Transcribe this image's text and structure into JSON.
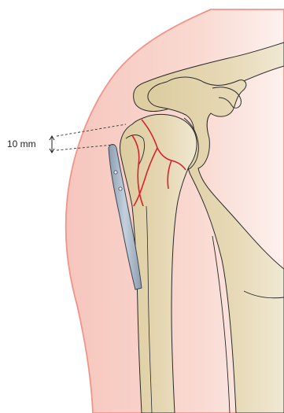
{
  "figure": {
    "measurement_label": "10 mm",
    "colors": {
      "background": "#ffffff",
      "skin_fill": "#f9d4cc",
      "skin_outline": "#f1958a",
      "bone_fill": "#e2d3ac",
      "bone_outline": "#2a2a2a",
      "fracture_line": "#d6232f",
      "plate_fill": "#a3b3c4",
      "plate_outline": "#3a4654",
      "guide_line": "#333333"
    },
    "icons": {
      "measurement_arrow": "double-headed-vertical-arrow",
      "screw_holes": "screw-hole"
    }
  }
}
